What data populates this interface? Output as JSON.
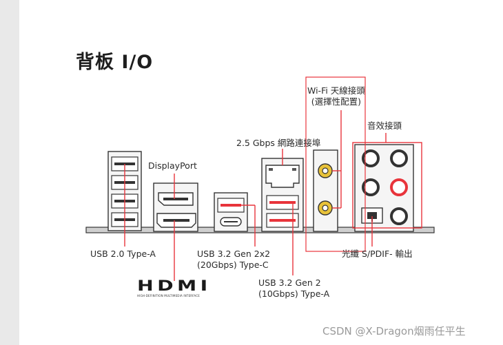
{
  "page": {
    "title": "背板 I/O",
    "watermark": "CSDN @X-Dragon烟雨任平生"
  },
  "labels": {
    "usb20": "USB 2.0 Type-A",
    "displayport": "DisplayPort",
    "usb32_20g_line1": "USB 3.2 Gen 2x2",
    "usb32_20g_line2": "(20Gbps) Type-C",
    "usb32_10g_line1": "USB 3.2 Gen 2",
    "usb32_10g_line2": "(10Gbps) Type-A",
    "lan": "2.5 Gbps 網路連接埠",
    "wifi_line1": "Wi-Fi 天線接頭",
    "wifi_line2": "(選擇性配置)",
    "audio": "音效接頭",
    "spdif": "光纖 S/PDIF- 輸出"
  },
  "hdmi_logo": {
    "wordmark": "HDMI",
    "tagline": "HIGH-DEFINITION MULTIMEDIA INTERFACE"
  },
  "colors": {
    "callout": "#e8343b",
    "port_outline": "#333333",
    "audio_mic": "#e8343b"
  }
}
